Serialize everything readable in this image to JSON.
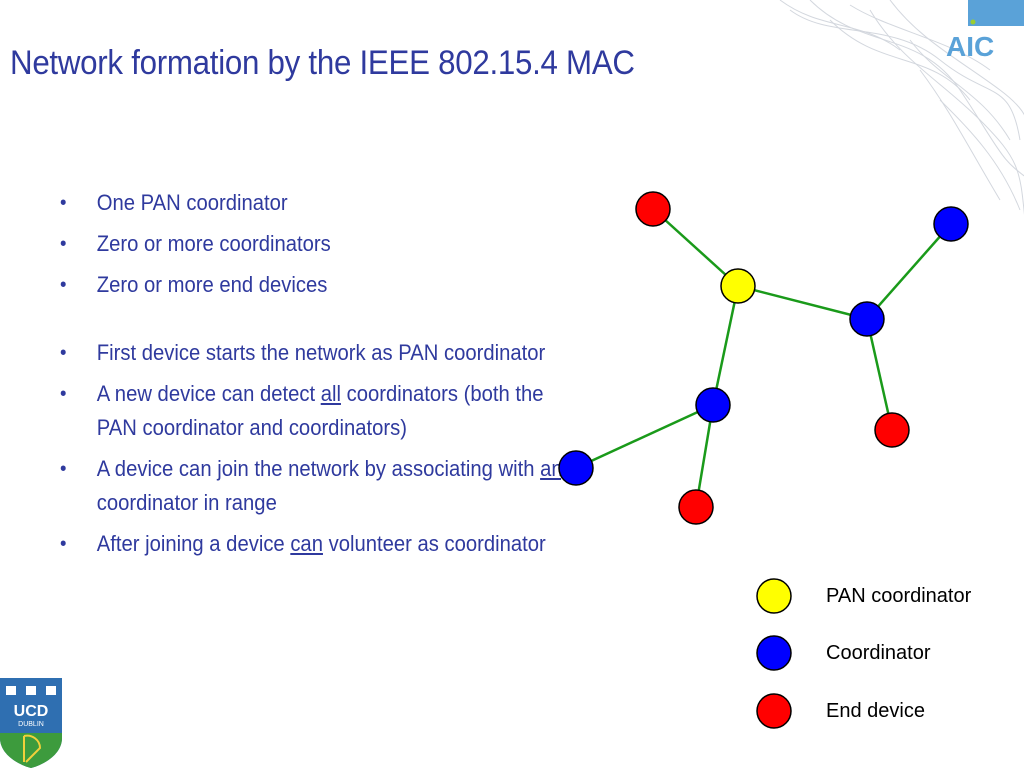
{
  "title": "Network formation by the IEEE 802.15.4 MAC",
  "bullets": {
    "b1": "One PAN coordinator",
    "b2": "Zero or more coordinators",
    "b3": "Zero or more end devices",
    "b4": "First device starts the network as PAN coordinator",
    "b5": {
      "pre": "A new device can detect ",
      "underlined": "all",
      "post": " coordinators (both the PAN coordinator and coordinators)"
    },
    "b6": {
      "pre": "A device can join the network by associating with ",
      "underlined": "any",
      "post": " coordinator in range"
    },
    "b7": {
      "pre": "After joining a device ",
      "underlined": "can",
      "post": " volunteer as coordinator"
    }
  },
  "legend": {
    "pan": {
      "label": "PAN coordinator",
      "color": "#ffff00"
    },
    "coordinator": {
      "label": "Coordinator",
      "color": "#0000ff"
    },
    "end_device": {
      "label": "End device",
      "color": "#ff0000"
    }
  },
  "colors": {
    "title": "#2f3a9e",
    "link": "#1a9a1a"
  },
  "logos": {
    "aic": "AIC",
    "ucd_top": "UCD",
    "ucd_bottom": "DUBLIN"
  }
}
